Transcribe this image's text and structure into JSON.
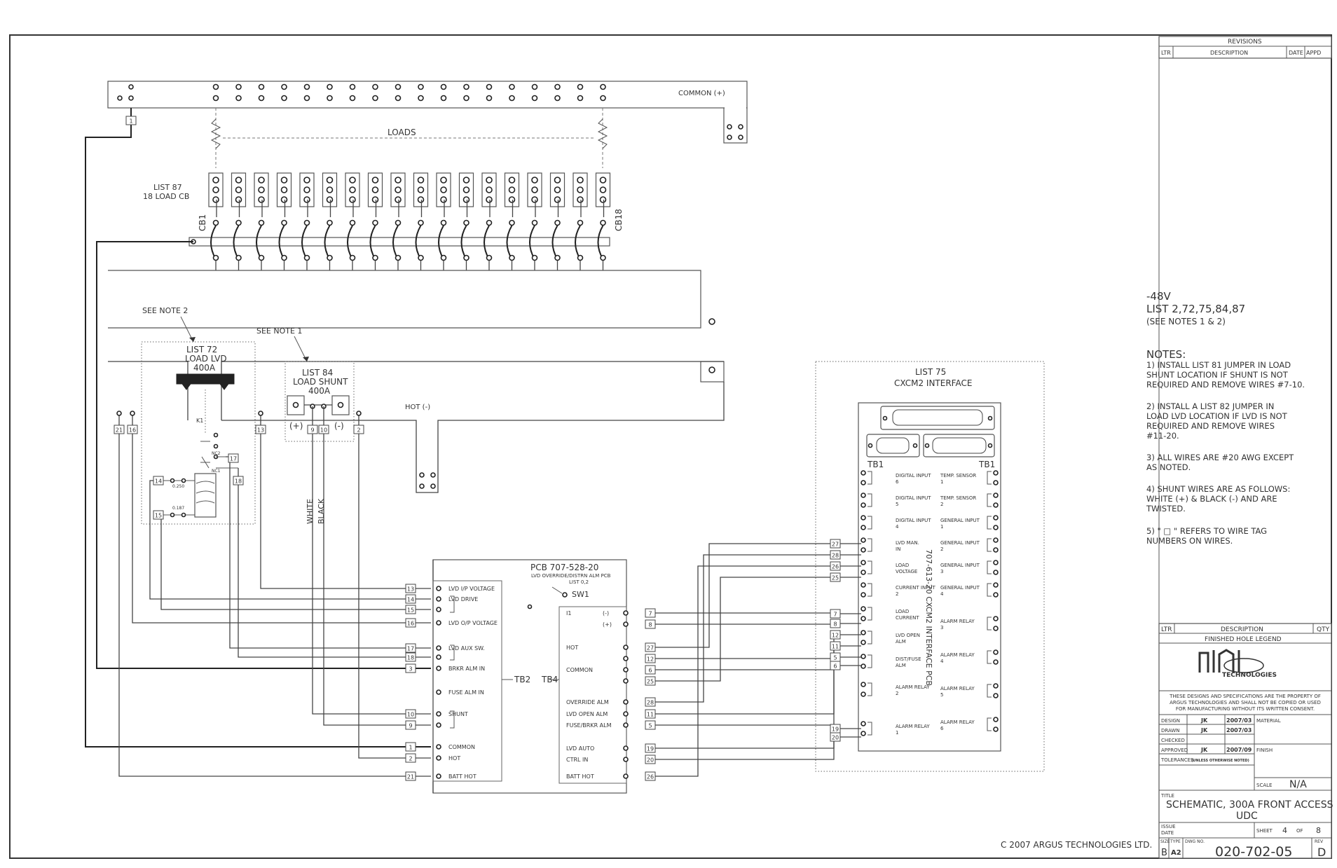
{
  "labels": {
    "common_plus": "COMMON (+)",
    "loads": "LOADS",
    "list87": "LIST 87",
    "list87_sub": "18 LOAD CB",
    "cb1": "CB1",
    "cb18": "CB18",
    "see_note2": "SEE NOTE 2",
    "see_note1": "SEE NOTE 1",
    "list72": "LIST 72",
    "list72_sub1": "LOAD LVD",
    "list72_sub2": "400A",
    "list84": "LIST 84",
    "list84_sub1": "LOAD SHUNT",
    "list84_sub2": "400A",
    "plus": "(+)",
    "minus": "(-)",
    "hot_minus": "HOT (-)",
    "k1": "K1",
    "nc2": "NC2",
    "nc1": "NC1",
    "d250": "0.250",
    "d187": "0.187",
    "white": "WHITE",
    "black": "BLACK",
    "pcb": "PCB 707-528-20",
    "pcb_sub": "LVD OVERRIDE/DISTRN ALM PCB",
    "pcb_list": "LIST 0,2",
    "sw1": "SW1",
    "tb2": "TB2",
    "tb4": "TB4",
    "list75": "LIST 75",
    "cxcm2": "CXCM2 INTERFACE",
    "tb1_left": "TB1",
    "tb1_right": "TB1",
    "cxcm2_vertical": "707-613-20 CXCM2 INTERFACE PCB",
    "copyright": "C 2007 ARGUS TECHNOLOGIES LTD."
  },
  "tb2_terminals": [
    "LVD I/P VOLTAGE",
    "LVD DRIVE",
    "LVD O/P VOLTAGE",
    "LVD AUX SW.",
    "BRKR ALM IN",
    "FUSE ALM IN",
    "SHUNT",
    "COMMON",
    "HOT",
    "BATT HOT"
  ],
  "tb4_terminals": [
    "I1",
    "HOT",
    "COMMON",
    "OVERRIDE ALM",
    "LVD OPEN ALM",
    "FUSE/BRKR ALM",
    "LVD AUTO",
    "CTRL IN",
    "BATT HOT"
  ],
  "cx_left": [
    "DIGITAL INPUT 6",
    "DIGITAL INPUT 5",
    "DIGITAL INPUT 4",
    "LVD MAN. IN",
    "LOAD VOLTAGE",
    "CURRENT INPUT 2",
    "LOAD CURRENT",
    "LVD OPEN ALM",
    "DIST/FUSE ALM",
    "ALARM RELAY 2",
    "ALARM RELAY 1"
  ],
  "cx_right": [
    "TEMP. SENSOR 1",
    "TEMP. SENSOR 2",
    "GENERAL INPUT 1",
    "GENERAL INPUT 2",
    "GENERAL INPUT 3",
    "GENERAL INPUT 4",
    "ALARM RELAY 3",
    "ALARM RELAY 4",
    "ALARM RELAY 5",
    "ALARM RELAY 6"
  ],
  "wire_tags": [
    "1",
    "2",
    "3",
    "5",
    "6",
    "7",
    "8",
    "9",
    "10",
    "11",
    "12",
    "13",
    "14",
    "15",
    "16",
    "17",
    "18",
    "19",
    "20",
    "21",
    "25",
    "26",
    "27",
    "28"
  ],
  "notes": {
    "voltage": "-48V",
    "lists": "LIST 2,72,75,84,87",
    "see": "(SEE NOTES 1 & 2)",
    "heading": "NOTES:",
    "items": [
      "1) INSTALL LIST 81 JUMPER IN LOAD",
      "SHUNT LOCATION IF SHUNT IS NOT",
      "REQUIRED AND REMOVE WIRES #7-10.",
      "2) INSTALL A LIST 82 JUMPER IN",
      "LOAD LVD LOCATION IF LVD IS NOT",
      "REQUIRED AND REMOVE WIRES",
      "#11-20.",
      "3) ALL WIRES ARE #20 AWG EXCEPT",
      "AS NOTED.",
      "4) SHUNT WIRES ARE AS FOLLOWS:",
      "WHITE (+) & BLACK (-) AND ARE",
      "TWISTED.",
      "5) \" □ \" REFERS TO WIRE TAG",
      "NUMBERS ON WIRES."
    ]
  },
  "revisions": {
    "title": "REVISIONS",
    "ltr": "LTR",
    "description": "DESCRIPTION",
    "date": "DATE",
    "appd": "APPD"
  },
  "legend": {
    "ltr": "LTR",
    "description": "DESCRIPTION",
    "qty": "QTY",
    "title": "FINISHED HOLE LEGEND"
  },
  "title_block": {
    "logo": "TECHNOLOGIES",
    "property": [
      "THESE DESIGNS AND SPECIFICATIONS ARE THE PROPERTY OF",
      "ARGUS TECHNOLOGIES AND SHALL NOT BE COPIED OR USED",
      "FOR MANUFACTURING WITHOUT ITS WRITTEN CONSENT."
    ],
    "design_label": "DESIGN",
    "design_by": "JK",
    "design_date": "2007/03",
    "drawn_label": "DRAWN",
    "drawn_by": "JK",
    "drawn_date": "2007/03",
    "checked_label": "CHECKED",
    "approved_label": "APPROVED",
    "approved_by": "JK",
    "approved_date": "2007/09",
    "tolerances_label": "TOLERANCES",
    "tolerances_note": "(UNLESS OTHERWISE NOTED)",
    "material_label": "MATERIAL",
    "finish_label": "FINISH",
    "scale_label": "SCALE",
    "scale": "N/A",
    "title_label": "TITLE",
    "title1": "SCHEMATIC, 300A FRONT ACCESS",
    "title2": "UDC",
    "issue_label": "ISSUE",
    "date_label": "DATE",
    "sheet_label": "SHEET",
    "sheet": "4",
    "of_label": "OF",
    "sheets": "8",
    "size_label": "SIZE",
    "size": "B",
    "type_label": "TYPE",
    "type": "A2",
    "dwg_label": "DWG NO.",
    "dwg": "020-702-05",
    "rev_label": "REV",
    "rev": "D"
  }
}
